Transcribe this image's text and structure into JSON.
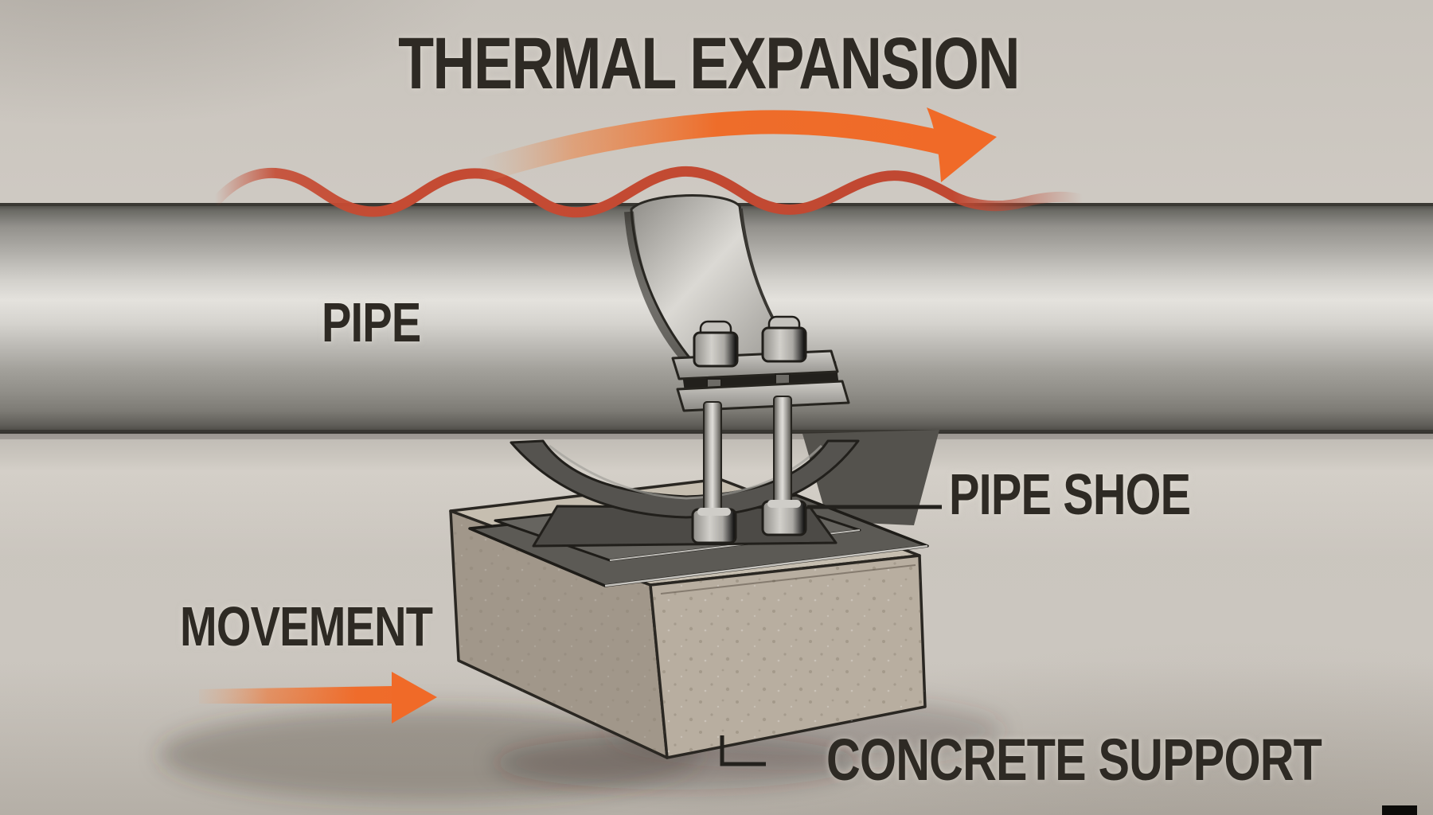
{
  "title": "THERMAL EXPANSION",
  "labels": {
    "pipe": "PIPE",
    "pipe_shoe": "PIPE SHOE",
    "movement": "MOVEMENT",
    "concrete_support": "CONCRETE SUPPORT"
  },
  "colors": {
    "background": "#cbc6bf",
    "text": "#2e2a24",
    "arrow_orange": "#f06a28",
    "heat_wave": "#c54b33",
    "outline": "#23211d",
    "pipe_metal": "#c9c7c2",
    "shoe_metal": "#5a5955",
    "concrete": "#b6ada0",
    "corner_mark": "#0c0b09"
  }
}
